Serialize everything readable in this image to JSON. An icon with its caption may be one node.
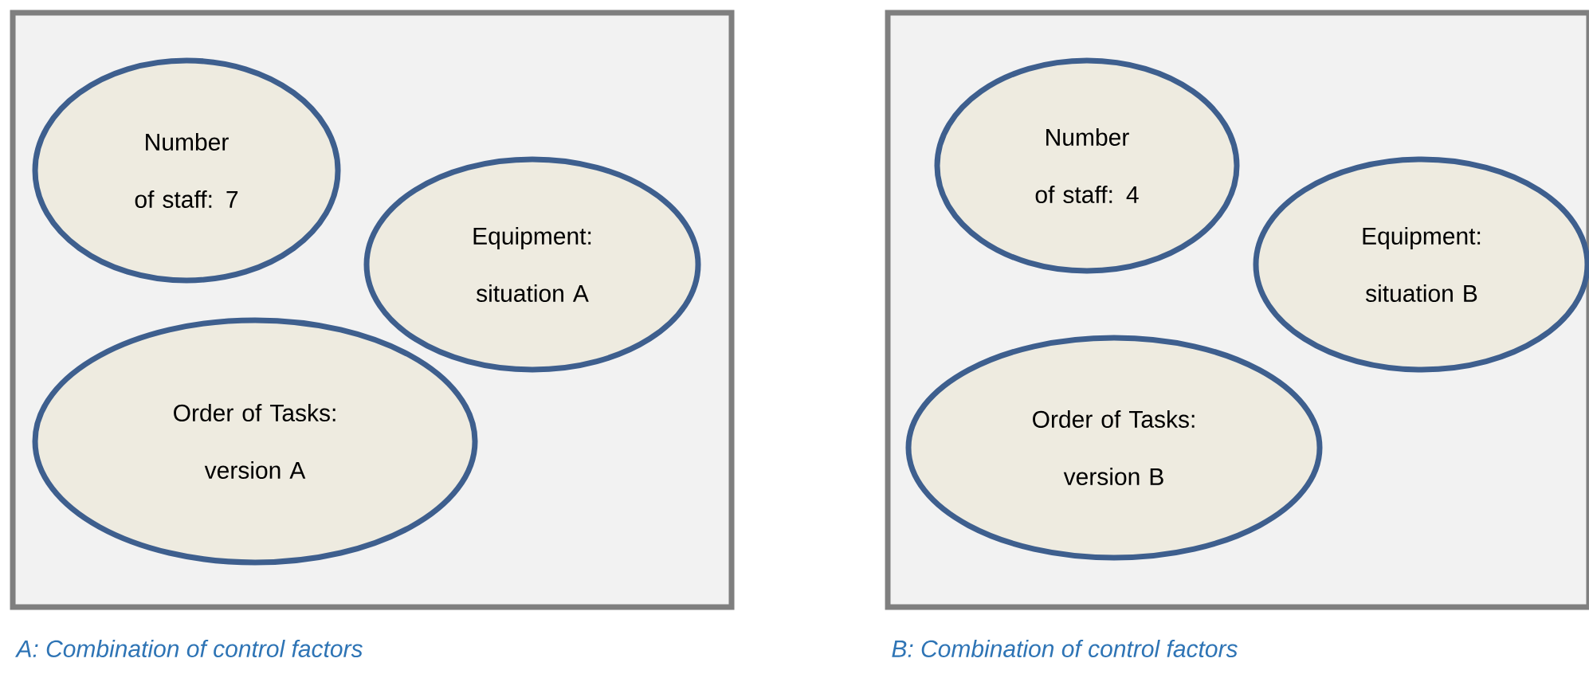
{
  "diagram": {
    "nodes": [
      {
        "text": [],
        "shape": "box",
        "beside": [
          "A: Combination of control factors"
        ]
      },
      {
        "text": [
          "Number of staff: 7"
        ],
        "in": 0
      },
      {
        "text": [
          "Equipment: situation A"
        ],
        "in": 0
      },
      {
        "text": [
          "Order of Tasks: version A"
        ],
        "in": 0
      },
      {
        "text": [],
        "shape": "box",
        "beside": [
          "B: Combination of control factors"
        ]
      },
      {
        "text": [
          "Number of staff: 4"
        ],
        "in": 4
      },
      {
        "text": [
          "Equipment: situation B"
        ],
        "in": 4
      },
      {
        "text": [
          "Order of Tasks: version B"
        ],
        "in": 4
      }
    ],
    "edges": []
  }
}
